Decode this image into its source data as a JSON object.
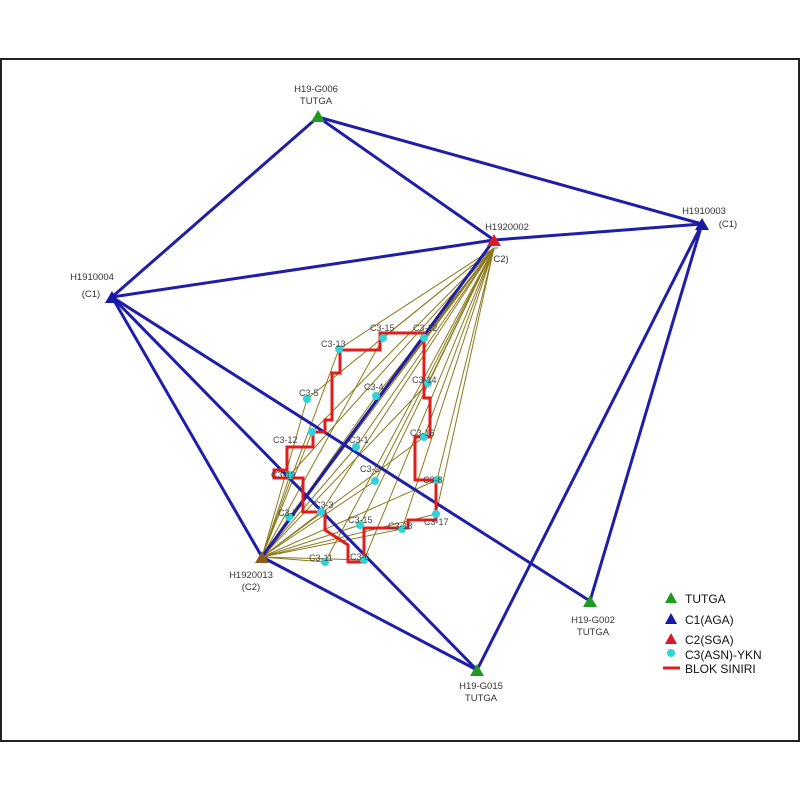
{
  "colors": {
    "tutga": "#1e9a1e",
    "c1": "#1717a8",
    "c2": "#d81b2b",
    "c3": "#2fd3d8",
    "block": "#e01c1c",
    "observation": "#8c7a1c",
    "baseline": "#1e1ea8",
    "text": "#333333"
  },
  "icons": {
    "tutga": "triangle-green-icon",
    "c1": "triangle-blue-icon",
    "c2": "triangle-red-icon",
    "c3": "dot-cyan-icon",
    "block": "red-line-icon"
  },
  "stations": {
    "g006": {
      "label1": "H19-G006",
      "label2": "TUTGA"
    },
    "h1910003": {
      "label1": "H1910003",
      "label2": "(C1)"
    },
    "h1920002": {
      "label1": "H1920002",
      "label2": "C2)"
    },
    "h1910004": {
      "label1": "H1910004",
      "label2": "(C1)"
    },
    "h1920013": {
      "label1": "H1920013",
      "label2": "(C2)"
    },
    "g015": {
      "label1": "H19-G015",
      "label2": "TUTGA"
    },
    "g002": {
      "label1": "H19-G002",
      "label2": "TUTGA"
    }
  },
  "c3_points": [
    {
      "id": "c3-13",
      "label": "C3-13"
    },
    {
      "id": "c3-15",
      "label": "C3-15"
    },
    {
      "id": "c3-12a",
      "label": "C3-12"
    },
    {
      "id": "c3-5",
      "label": "C3-5"
    },
    {
      "id": "c3-4",
      "label": "C3-4"
    },
    {
      "id": "c3-14",
      "label": "C3-14"
    },
    {
      "id": "c3-12b",
      "label": "C3-12"
    },
    {
      "id": "c3-1",
      "label": "C3-1"
    },
    {
      "id": "c3-16",
      "label": "C3-16"
    },
    {
      "id": "c3-19",
      "label": "C3-19"
    },
    {
      "id": "c3-2",
      "label": "C3-2"
    },
    {
      "id": "c3-8",
      "label": "C3-8"
    },
    {
      "id": "c3-3",
      "label": "C3-3"
    },
    {
      "id": "c3-7",
      "label": "C3-7"
    },
    {
      "id": "c3-17",
      "label": "C3-17"
    },
    {
      "id": "c3-15b",
      "label": "C3-15"
    },
    {
      "id": "c3-18",
      "label": "C3-18"
    },
    {
      "id": "c3-11",
      "label": "C3-11"
    },
    {
      "id": "c3-6",
      "label": "C3-6"
    }
  ],
  "legend": {
    "tutga": "TUTGA",
    "c1": "C1(AGA)",
    "c2": "C2(SGA)",
    "c3": "C3(ASN)-YKN",
    "block": "BLOK SINIRI"
  }
}
